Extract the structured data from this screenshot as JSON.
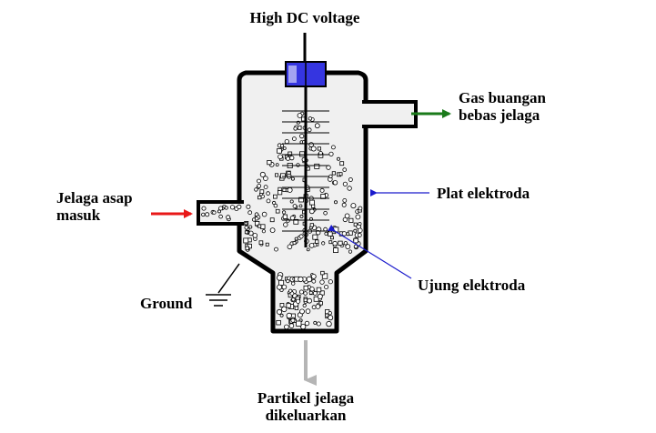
{
  "labels": {
    "high_voltage": "High DC voltage",
    "gas_out_line1": "Gas buangan",
    "gas_out_line2": "bebas jelaga",
    "smoke_in_line1": "Jelaga asap",
    "smoke_in_line2": "masuk",
    "plate_electrode": "Plat elektroda",
    "electrode_tip": "Ujung elektroda",
    "ground": "Ground",
    "particles_out_line1": "Partikel jelaga",
    "particles_out_line2": "dikeluarkan"
  },
  "colors": {
    "vessel_fill": "#f0f0f0",
    "vessel_outline": "#000000",
    "insulator": "#3535e0",
    "inlet_arrow": "#e81818",
    "outlet_arrow": "#1a7a1a",
    "pointer_lines": "#1a1acc",
    "discharge_arrow": "#b5b5b5"
  }
}
